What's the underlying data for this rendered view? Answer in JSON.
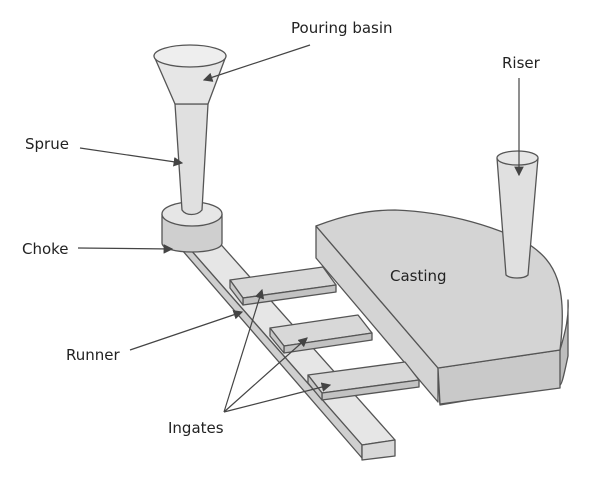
{
  "labels": {
    "pouring_basin": "Pouring basin",
    "riser": "Riser",
    "sprue": "Sprue",
    "choke": "Choke",
    "casting": "Casting",
    "runner": "Runner",
    "ingates": "Ingates"
  },
  "colors": {
    "face_light": "#e6e6e6",
    "face_mid": "#d4d4d4",
    "face_dark": "#bdbdbd",
    "outline": "#555555",
    "leader": "#444444",
    "text": "#222222"
  }
}
